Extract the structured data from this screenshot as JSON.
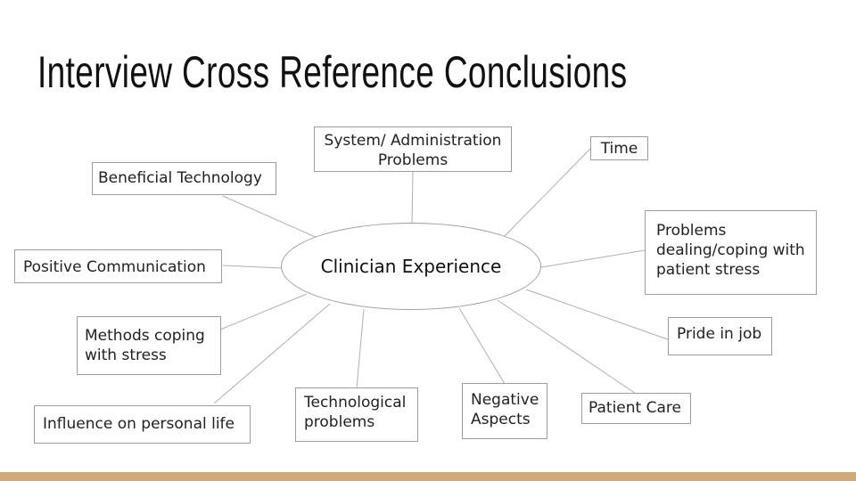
{
  "slide": {
    "title": "Interview Cross Reference Conclusions",
    "accent_color": "#cfaa78"
  },
  "diagram": {
    "center": "Clinician Experience",
    "nodes": {
      "system_admin": "System/ Administration Problems",
      "time": "Time",
      "beneficial_technology": "Beneficial Technology",
      "problems_coping_patient_stress": "Problems dealing/coping with patient stress",
      "positive_communication": "Positive Communication",
      "pride_in_job": "Pride in job",
      "methods_coping_stress": "Methods coping with stress",
      "influence_personal_life": "Influence on personal life",
      "technological_problems": "Technological problems",
      "negative_aspects": "Negative Aspects",
      "patient_care": "Patient Care"
    }
  }
}
